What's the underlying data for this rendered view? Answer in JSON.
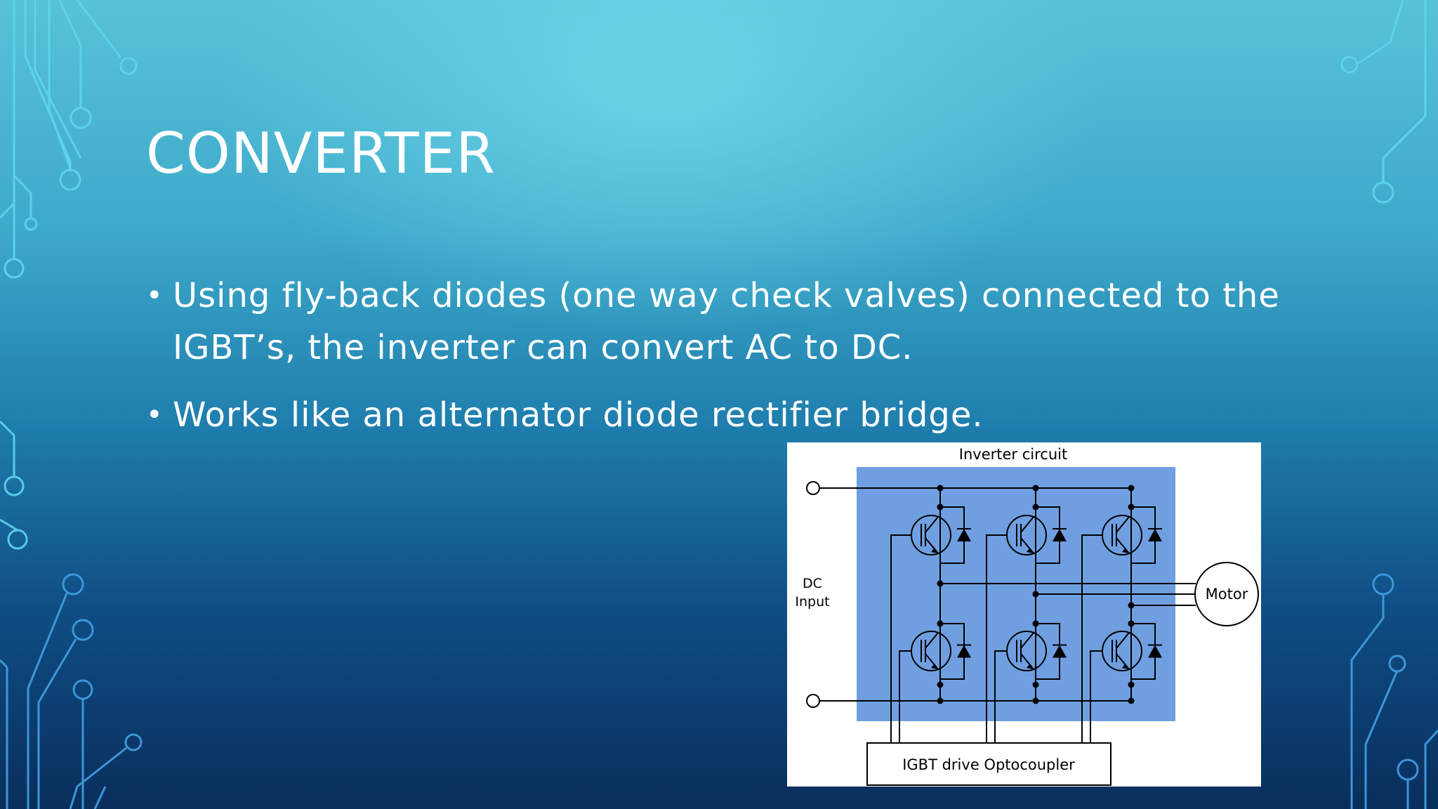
{
  "slide": {
    "title": "CONVERTER",
    "bullets": [
      "Using fly-back diodes (one way check valves) connected to the IGBT’s, the inverter can convert AC to DC.",
      "Works like an alternator diode rectifier bridge."
    ]
  },
  "diagram": {
    "title": "Inverter circuit",
    "input_label_line1": "DC",
    "input_label_line2": "Input",
    "motor_label": "Motor",
    "driver_label": "IGBT drive Optocoupler"
  },
  "colors": {
    "background_top": "#58c2d9",
    "background_bottom": "#0a2e5c",
    "circuit_trace": "#4fd2ee",
    "inverter_panel": "#6f9fe0"
  }
}
